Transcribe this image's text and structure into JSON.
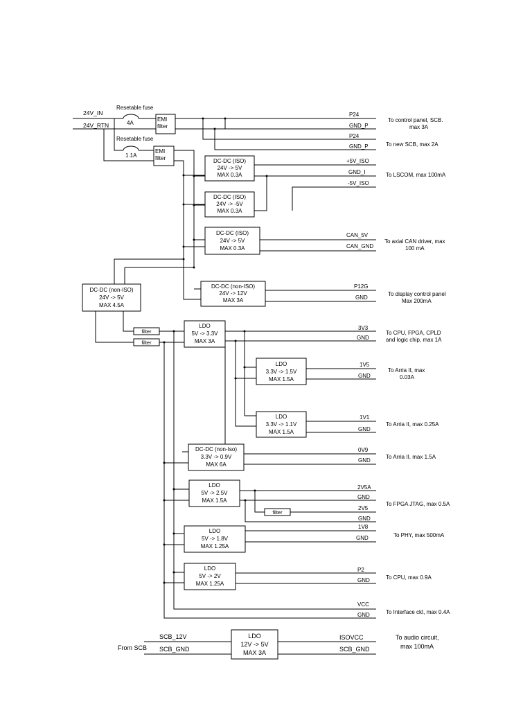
{
  "inputs": {
    "in_24v": "24V_IN",
    "rtn_24v": "24V_RTN",
    "fuse1_label": "Resetable fuse",
    "fuse1_rating": "4A",
    "fuse2_label": "Resetable fuse",
    "fuse2_rating": "1.1A",
    "emi1": [
      "EMI",
      "filter"
    ],
    "emi2": [
      "EMI",
      "filter"
    ]
  },
  "blocks": [
    {
      "id": "dcdc-iso-5v",
      "lines": [
        "DC-DC (ISO)",
        "24V -> 5V",
        "MAX 0.3A"
      ]
    },
    {
      "id": "dcdc-iso-neg5v",
      "lines": [
        "DC-DC (ISO)",
        "24V -> -5V",
        "MAX 0.3A"
      ]
    },
    {
      "id": "dcdc-iso-can",
      "lines": [
        "DC-DC (ISO)",
        "24V -> 5V",
        "MAX 0.3A"
      ]
    },
    {
      "id": "dcdc-noniso-12v",
      "lines": [
        "DC-DC (non-ISO)",
        "24V -> 12V",
        "MAX 3A"
      ]
    },
    {
      "id": "dcdc-noniso-main",
      "lines": [
        "DC-DC (non-ISO)",
        "24V -> 5V",
        "MAX 4.5A"
      ]
    },
    {
      "id": "ldo-3v3",
      "lines": [
        "LDO",
        "5V -> 3.3V",
        "MAX 3A"
      ]
    },
    {
      "id": "ldo-1v5",
      "lines": [
        "LDO",
        "3.3V -> 1.5V",
        "MAX 1.5A"
      ]
    },
    {
      "id": "ldo-1v1",
      "lines": [
        "LDO",
        "3.3V -> 1.1V",
        "MAX 1.5A"
      ]
    },
    {
      "id": "dcdc-0v9",
      "lines": [
        "DC-DC (non-Iso)",
        "3.3V -> 0.9V",
        "MAX 6A"
      ]
    },
    {
      "id": "ldo-2v5",
      "lines": [
        "LDO",
        "5V -> 2.5V",
        "MAX 1.5A"
      ]
    },
    {
      "id": "ldo-1v8",
      "lines": [
        "LDO",
        "5V -> 1.8V",
        "MAX 1.25A"
      ]
    },
    {
      "id": "ldo-2v",
      "lines": [
        "LDO",
        "5V -> 2V",
        "MAX 1.25A"
      ]
    },
    {
      "id": "ldo-scb",
      "lines": [
        "LDO",
        "12V -> 5V",
        "MAX 3A"
      ]
    }
  ],
  "filters": [
    "filter",
    "filter",
    "filter"
  ],
  "rails": [
    "P24",
    "GND_P",
    "P24",
    "GND_P",
    "+5V_ISO",
    "GND_I",
    "-5V_ISO",
    "CAN_5V",
    "CAN_GND",
    "P12G",
    "GND",
    "3V3",
    "GND",
    "1V5",
    "GND",
    "1V1",
    "GND",
    "0V9",
    "GND",
    "2V5A",
    "GND",
    "2V5",
    "GND",
    "1V8",
    "GND",
    "P2",
    "GND",
    "VCC",
    "GND",
    "ISOVCC",
    "SCB_GND"
  ],
  "destinations": [
    [
      "To control panel, SCB.",
      "max 3A"
    ],
    [
      "To new SCB, max 2A"
    ],
    [
      "To LSCOM, max 100mA"
    ],
    [
      "To axial CAN driver, max",
      "100 mA"
    ],
    [
      "To display control panel",
      "Max 200mA"
    ],
    [
      "To CPU, FPGA, CPLD",
      "and logic chip, max 1A"
    ],
    [
      "To Arria II, max",
      "0.03A"
    ],
    [
      "To Arria II, max 0.25A"
    ],
    [
      "To Arria II, max 1.5A"
    ],
    [
      "To FPGA JTAG, max 0.5A"
    ],
    [
      "To PHY, max 500mA"
    ],
    [
      "To CPU, max 0.9A"
    ],
    [
      "To Interface ckt, max 0.4A"
    ],
    [
      "To audio circuit,",
      "max 100mA"
    ]
  ],
  "scb": {
    "source": "From SCB",
    "in_12v": "SCB_12V",
    "in_gnd": "SCB_GND"
  }
}
